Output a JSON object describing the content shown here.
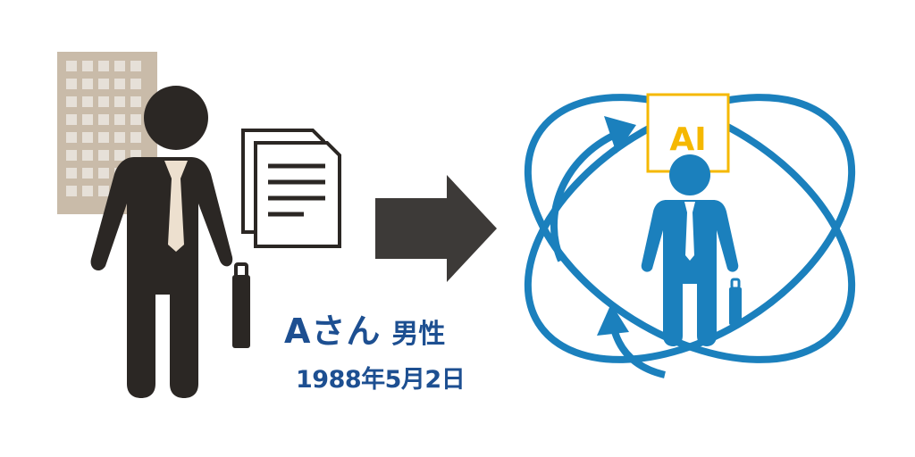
{
  "person": {
    "name": "Aさん",
    "gender": "男性",
    "birthdate": "1988年5月2日"
  },
  "ai_box": {
    "label": "AI"
  },
  "colors": {
    "dark_figure": "#2b2724",
    "building": "#c9bba9",
    "tie_left": "#ede0cf",
    "arrow": "#3d3a38",
    "ai_blue": "#1b80bd",
    "ai_box": "#f5b800",
    "caption": "#1d4f91"
  }
}
